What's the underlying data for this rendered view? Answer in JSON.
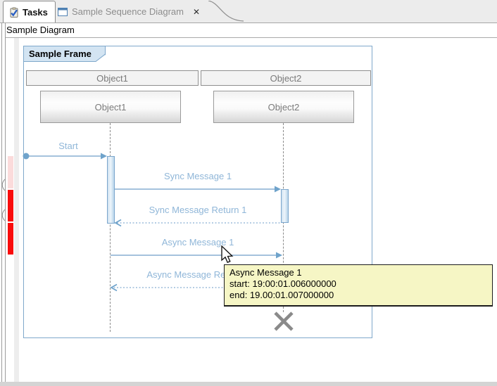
{
  "tab_bar": {
    "tabs": [
      {
        "label": "Tasks",
        "icon": "tasks-clipboard-icon",
        "active": true
      },
      {
        "label": "Sample Sequence Diagram",
        "icon": "sequence-diagram-icon",
        "active": false,
        "closable": true
      }
    ],
    "close_glyph": "✕"
  },
  "view_header": {
    "title": "Sample Diagram"
  },
  "diagram": {
    "frame_label": "Sample Frame",
    "objects": [
      {
        "header": "Object1",
        "box": "Object1"
      },
      {
        "header": "Object2",
        "box": "Object2"
      }
    ],
    "messages": [
      {
        "label": "Start",
        "style": "solid",
        "from": "frame-edge",
        "to": "Object1"
      },
      {
        "label": "Sync Message 1",
        "style": "solid",
        "from": "Object1",
        "to": "Object2"
      },
      {
        "label": "Sync Message Return 1",
        "style": "dotted",
        "from": "Object2",
        "to": "Object1"
      },
      {
        "label": "Async Message 1",
        "style": "solid",
        "from": "Object1",
        "to": "Object2"
      },
      {
        "label": "Async Message Return 1",
        "style": "dotted",
        "from": "Object2",
        "to": "Object1"
      }
    ],
    "destruction_on": "Object2"
  },
  "tooltip": {
    "title": "Async Message 1",
    "start": "start: 19:00:01.006000000",
    "end": "end: 19.00:01.007000000"
  },
  "time_compression_bar": {
    "segments": [
      {
        "color": "#fbdbdb"
      },
      {
        "color": "#f90c0c"
      },
      {
        "color": "#f90c0c"
      }
    ]
  },
  "colors": {
    "message_blue": "#87aed2",
    "message_text_blue": "#8fb6d8",
    "frame_border_blue": "#7fa8cb",
    "frame_label_fill": "#d3e4f2",
    "tooltip_bg": "#f6f6c5",
    "compression_red": "#f90c0c",
    "compression_pink": "#fbdbdb",
    "tab_bar_bg": "#ececec"
  }
}
